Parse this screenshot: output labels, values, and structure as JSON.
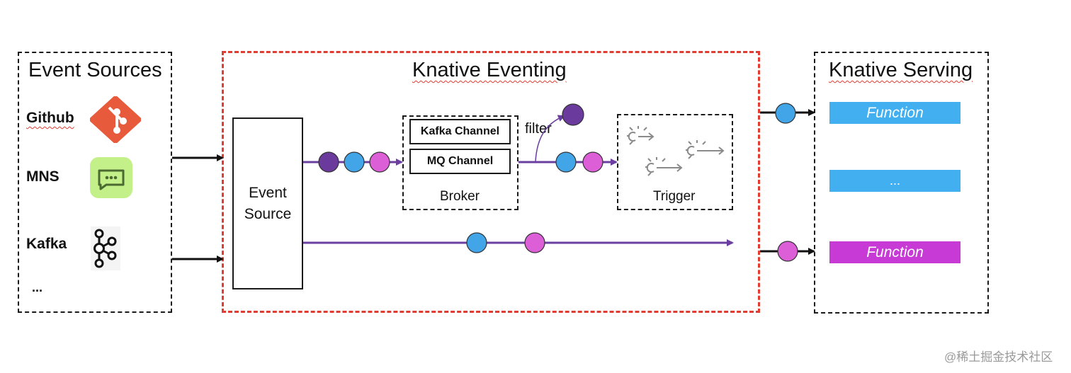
{
  "event_sources": {
    "title": "Event Sources",
    "items": [
      {
        "label": "Github",
        "icon": "git-icon"
      },
      {
        "label": "MNS",
        "icon": "message-icon"
      },
      {
        "label": "Kafka",
        "icon": "kafka-icon"
      }
    ],
    "ellipsis": "..."
  },
  "eventing": {
    "title": "Knative Eventing",
    "event_source_label": "Event\nSource",
    "broker": {
      "label": "Broker",
      "channels": [
        "Kafka Channel",
        "MQ Channel"
      ]
    },
    "filter_label": "filter",
    "trigger_label": "Trigger"
  },
  "serving": {
    "title": "Knative Serving",
    "functions": [
      "Function",
      "...",
      "Function"
    ]
  },
  "colors": {
    "red_border": "#e03c31",
    "event_blue": "#42a5e8",
    "event_pink": "#dc5fd8",
    "event_purple": "#6a3a9c",
    "function_blue": "#42b0f0",
    "function_magenta": "#c73ad6",
    "flow_line": "#6b3fa0"
  },
  "watermark": "@稀土掘金技术社区"
}
